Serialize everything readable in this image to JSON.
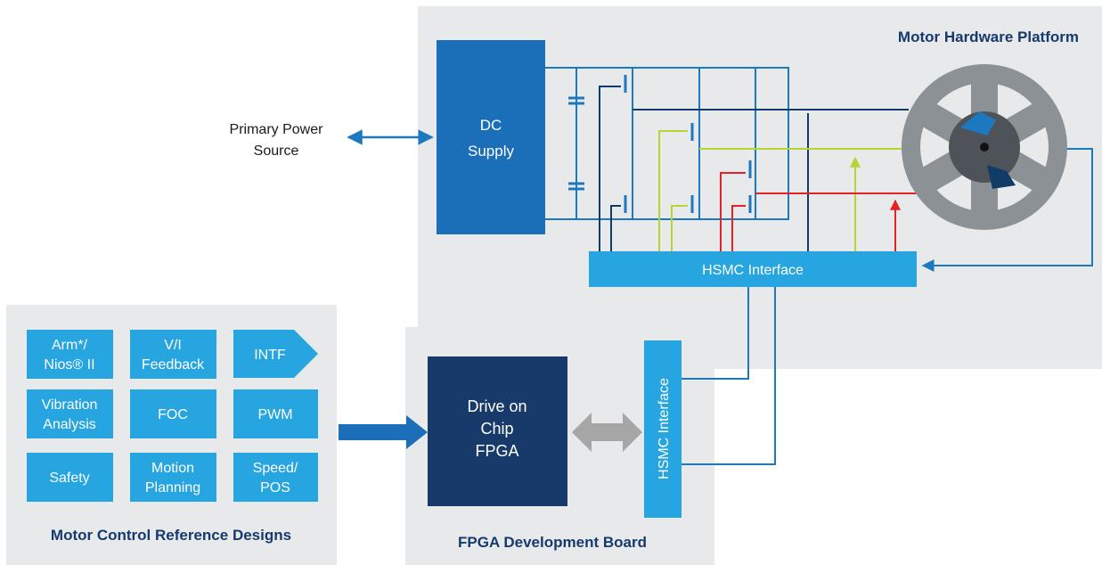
{
  "platform": {
    "title": "Motor Hardware Platform"
  },
  "power_source": {
    "line1": "Primary Power",
    "line2": "Source"
  },
  "dc_supply": {
    "line1": "DC",
    "line2": "Supply"
  },
  "hsmc_top": {
    "label": "HSMC Interface"
  },
  "fpga_board": {
    "title": "FPGA Development Board",
    "chip": {
      "line1": "Drive on",
      "line2": "Chip",
      "line3": "FPGA"
    },
    "hsmc_label": "HSMC Interface"
  },
  "reference_designs": {
    "title": "Motor Control Reference Designs",
    "tiles": {
      "arm": {
        "line1": "Arm*/",
        "line2": "Nios® II"
      },
      "vi": {
        "line1": "V/I",
        "line2": "Feedback"
      },
      "intf": {
        "line1": "INTF"
      },
      "vibration": {
        "line1": "Vibration",
        "line2": "Analysis"
      },
      "foc": {
        "line1": "FOC"
      },
      "pwm": {
        "line1": "PWM"
      },
      "safety": {
        "line1": "Safety"
      },
      "motion": {
        "line1": "Motion",
        "line2": "Planning"
      },
      "speed": {
        "line1": "Speed/",
        "line2": "POS"
      }
    }
  },
  "colors": {
    "panel_gray": "#e8e9ea",
    "tile_blue": "#26a5e1",
    "dc_blue": "#1b6fb8",
    "fpga_navy": "#173a6a",
    "title_navy": "#163a6e",
    "wire_blue": "#1c79c0",
    "wire_navy": "#123c68",
    "wire_green": "#b6d433",
    "wire_red": "#e32126",
    "connector_gray": "#a6a6a6",
    "motor_gray": "#8c9196"
  }
}
